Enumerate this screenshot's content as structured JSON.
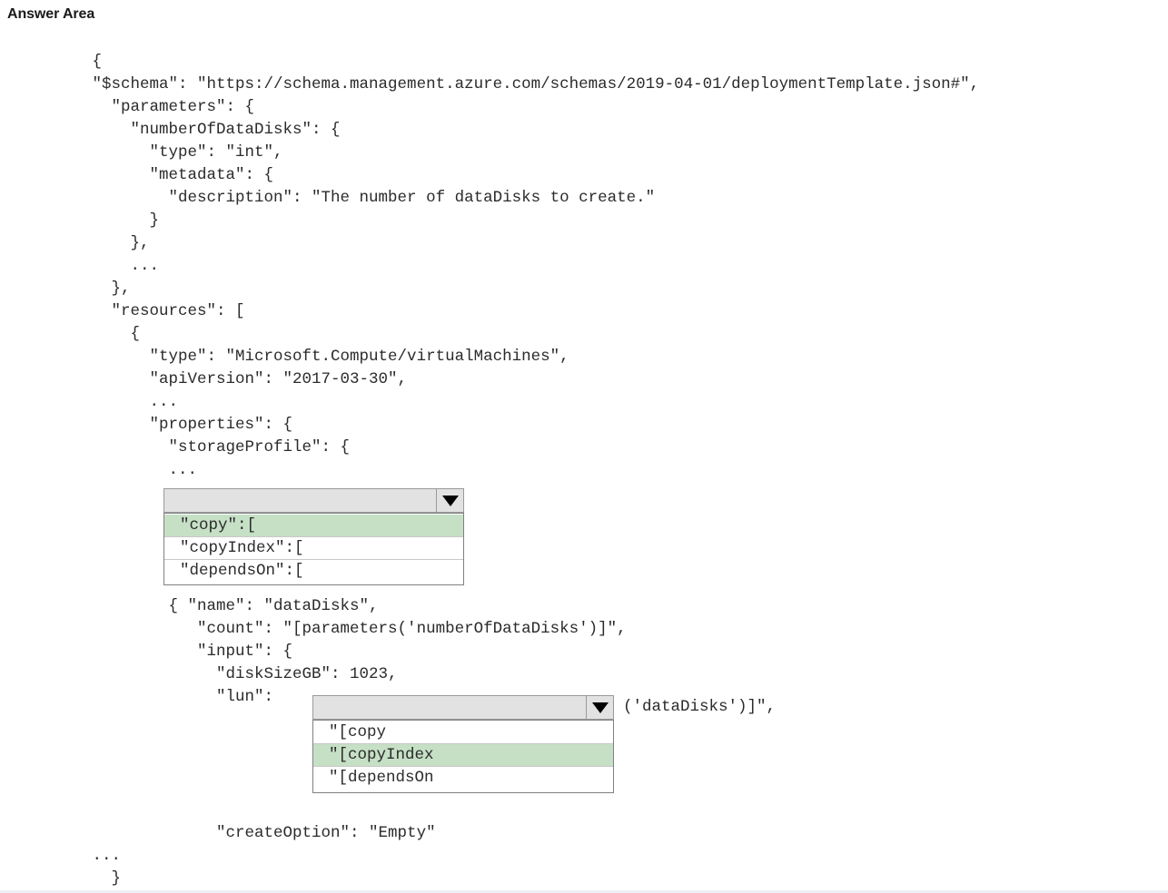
{
  "page": {
    "title": "Answer Area"
  },
  "code": {
    "lines_top": [
      "   {",
      "   \"$schema\": \"https://schema.management.azure.com/schemas/2019-04-01/deploymentTemplate.json#\",",
      "     \"parameters\": {",
      "       \"numberOfDataDisks\": {",
      "         \"type\": \"int\",",
      "         \"metadata\": {",
      "           \"description\": \"The number of dataDisks to create.\"",
      "         }",
      "       },",
      "       ...",
      "     },",
      "     \"resources\": [",
      "       {",
      "         \"type\": \"Microsoft.Compute/virtualMachines\",",
      "         \"apiVersion\": \"2017-03-30\",",
      "         ...",
      "         \"properties\": {",
      "           \"storageProfile\": {",
      "           ..."
    ],
    "lines_middle": [
      "           { \"name\": \"dataDisks\",",
      "              \"count\": \"[parameters('numberOfDataDisks')]\",",
      "              \"input\": {",
      "                \"diskSizeGB\": 1023,",
      "                \"lun\": "
    ],
    "lines_bottom": [
      "                \"createOption\": \"Empty\"",
      "   ...",
      "     }"
    ],
    "lun_suffix": "('dataDisks')]\","
  },
  "dropdown_one": {
    "name": "copy-dropdown",
    "value": "",
    "arrow_icon": "chevron-down-icon",
    "options": [
      {
        "label": "\"copy\":[",
        "selected": true
      },
      {
        "label": "\"copyIndex\":[",
        "selected": false
      },
      {
        "label": "\"dependsOn\":[",
        "selected": false
      }
    ]
  },
  "dropdown_two": {
    "name": "lun-dropdown",
    "value": "",
    "arrow_icon": "chevron-down-icon",
    "options": [
      {
        "label": "\"[copy",
        "selected": false
      },
      {
        "label": "\"[copyIndex",
        "selected": true
      },
      {
        "label": "\"[dependsOn",
        "selected": false
      }
    ]
  },
  "colors": {
    "selected_option_bg": "#c6e0c6",
    "dropdown_bg": "#e2e2e2",
    "dropdown_border": "#9a9a9a",
    "list_border": "#808080",
    "text": "#2b2b2b",
    "title": "#1a1a1a"
  }
}
